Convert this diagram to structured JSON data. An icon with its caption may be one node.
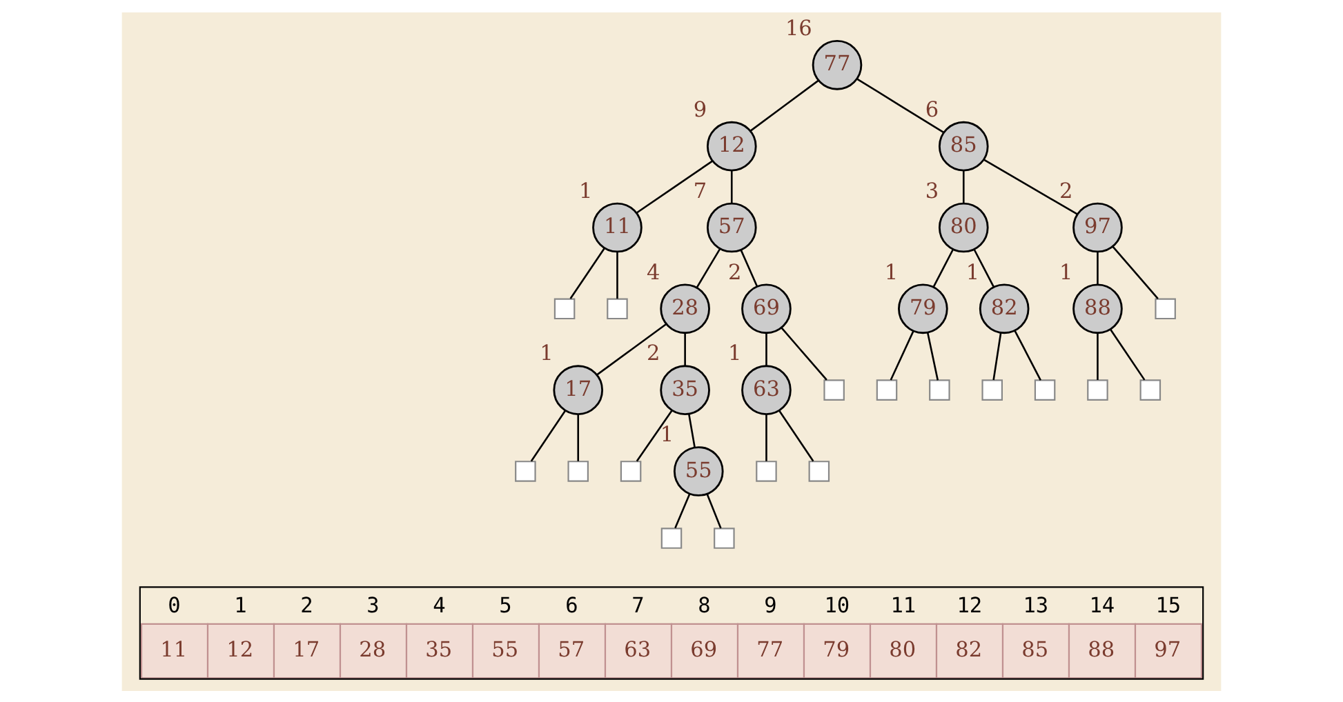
{
  "diagram": {
    "nodes": [
      {
        "text": [
          "77"
        ],
        "beside": [
          "16"
        ]
      },
      {
        "text": [
          "12"
        ],
        "beside": [
          "9"
        ]
      },
      {
        "text": [
          "85"
        ],
        "beside": [
          "6"
        ]
      },
      {
        "text": [
          "11"
        ],
        "beside": [
          "1"
        ]
      },
      {
        "text": [
          "57"
        ],
        "beside": [
          "7"
        ]
      },
      {
        "text": [
          "80"
        ],
        "beside": [
          "3"
        ]
      },
      {
        "text": [
          "97"
        ],
        "beside": [
          "2"
        ]
      },
      {
        "text": [],
        "shape": "box"
      },
      {
        "text": [],
        "shape": "box"
      },
      {
        "text": [
          "28"
        ],
        "beside": [
          "4"
        ]
      },
      {
        "text": [
          "69"
        ],
        "beside": [
          "2"
        ]
      },
      {
        "text": [
          "79"
        ],
        "beside": [
          "1"
        ]
      },
      {
        "text": [
          "82"
        ],
        "beside": [
          "1"
        ]
      },
      {
        "text": [
          "88"
        ],
        "beside": [
          "1"
        ]
      },
      {
        "text": [],
        "shape": "box"
      },
      {
        "text": [
          "17"
        ],
        "beside": [
          "1"
        ]
      },
      {
        "text": [
          "35"
        ],
        "beside": [
          "2"
        ]
      },
      {
        "text": [
          "63"
        ],
        "beside": [
          "1"
        ]
      },
      {
        "text": [],
        "shape": "box"
      },
      {
        "text": [],
        "shape": "box"
      },
      {
        "text": [],
        "shape": "box"
      },
      {
        "text": [],
        "shape": "box"
      },
      {
        "text": [],
        "shape": "box"
      },
      {
        "text": [],
        "shape": "box"
      },
      {
        "text": [],
        "shape": "box"
      },
      {
        "text": [],
        "shape": "box"
      },
      {
        "text": [],
        "shape": "box"
      },
      {
        "text": [],
        "shape": "box"
      },
      {
        "text": [
          "55"
        ],
        "beside": [
          "1"
        ]
      },
      {
        "text": [],
        "shape": "box"
      },
      {
        "text": [],
        "shape": "box"
      },
      {
        "text": [],
        "shape": "box"
      },
      {
        "text": [],
        "shape": "box"
      }
    ],
    "edges": [
      {
        "from": 0,
        "to": 1,
        "arrow": "none"
      },
      {
        "from": 0,
        "to": 2,
        "arrow": "none"
      },
      {
        "from": 1,
        "to": 3,
        "arrow": "none"
      },
      {
        "from": 1,
        "to": 4,
        "arrow": "none"
      },
      {
        "from": 2,
        "to": 5,
        "arrow": "none"
      },
      {
        "from": 2,
        "to": 6,
        "arrow": "none"
      },
      {
        "from": 3,
        "to": 7,
        "arrow": "none"
      },
      {
        "from": 3,
        "to": 8,
        "arrow": "none"
      },
      {
        "from": 4,
        "to": 9,
        "arrow": "none"
      },
      {
        "from": 4,
        "to": 10,
        "arrow": "none"
      },
      {
        "from": 5,
        "to": 11,
        "arrow": "none"
      },
      {
        "from": 5,
        "to": 12,
        "arrow": "none"
      },
      {
        "from": 6,
        "to": 13,
        "arrow": "none"
      },
      {
        "from": 6,
        "to": 14,
        "arrow": "none"
      },
      {
        "from": 9,
        "to": 15,
        "arrow": "none"
      },
      {
        "from": 9,
        "to": 16,
        "arrow": "none"
      },
      {
        "from": 10,
        "to": 17,
        "arrow": "none"
      },
      {
        "from": 10,
        "to": 18,
        "arrow": "none"
      },
      {
        "from": 11,
        "to": 19,
        "arrow": "none"
      },
      {
        "from": 11,
        "to": 20,
        "arrow": "none"
      },
      {
        "from": 12,
        "to": 21,
        "arrow": "none"
      },
      {
        "from": 12,
        "to": 22,
        "arrow": "none"
      },
      {
        "from": 13,
        "to": 23,
        "arrow": "none"
      },
      {
        "from": 13,
        "to": 24,
        "arrow": "none"
      },
      {
        "from": 15,
        "to": 25,
        "arrow": "none"
      },
      {
        "from": 15,
        "to": 26,
        "arrow": "none"
      },
      {
        "from": 16,
        "to": 27,
        "arrow": "none"
      },
      {
        "from": 16,
        "to": 28,
        "arrow": "none"
      },
      {
        "from": 17,
        "to": 29,
        "arrow": "none"
      },
      {
        "from": 17,
        "to": 30,
        "arrow": "none"
      },
      {
        "from": 28,
        "to": 31,
        "arrow": "none"
      },
      {
        "from": 28,
        "to": 32,
        "arrow": "none"
      }
    ],
    "labels": [
      "0",
      "1",
      "2",
      "3",
      "4",
      "5",
      "6",
      "7",
      "8",
      "9",
      "10",
      "11",
      "12",
      "13",
      "14",
      "15",
      "11",
      "12",
      "17",
      "28",
      "35",
      "55",
      "57",
      "63",
      "69",
      "77",
      "79",
      "80",
      "82",
      "85",
      "88",
      "97"
    ]
  }
}
